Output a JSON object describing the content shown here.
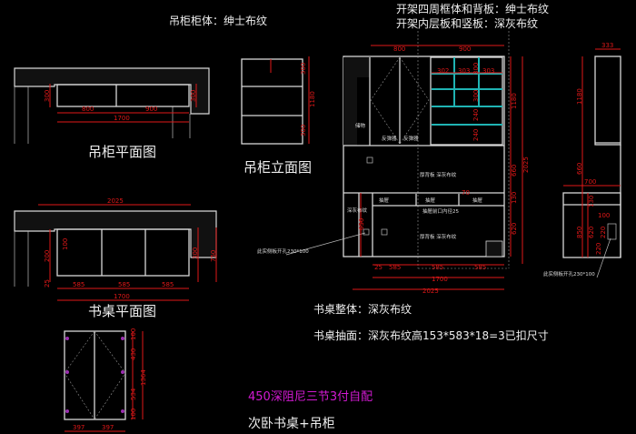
{
  "notes": {
    "hanging_cabinet_body": "吊柜柜体：绅士布纹",
    "open_shelf_frame": "开架四周框体和背板：绅士布纹",
    "open_shelf_inner": "开架内层板和竖板：深灰布纹",
    "desk_body": "书桌整体：深灰布纹",
    "desk_drawer_front": "书桌抽面：深灰布纹高153*583*18=3已扣尺寸",
    "hardware": "450深阻尼三节3付自配",
    "drawing_title": "次卧书桌+吊柜"
  },
  "views": {
    "hanging_plan": {
      "title": "吊柜平面图",
      "dims": [
        "800",
        "900",
        "1700",
        "300",
        "300"
      ]
    },
    "hanging_elevation": {
      "title": "吊柜立面图",
      "dims": [
        "300",
        "1180",
        "300"
      ]
    },
    "desk_plan": {
      "title": "书桌平面图",
      "dims": [
        "2025",
        "585",
        "585",
        "585",
        "1700",
        "200",
        "100",
        "300",
        "750",
        "25"
      ]
    },
    "door": {
      "dims": [
        "397",
        "397",
        "100",
        "430",
        "534",
        "100",
        "1364"
      ]
    },
    "main_elevation": {
      "dims": [
        "800",
        "900",
        "302",
        "303",
        "303",
        "300",
        "300",
        "240",
        "240",
        "1180",
        "660",
        "130",
        "620",
        "2025",
        "25",
        "585",
        "585",
        "585",
        "1700",
        "2025",
        "650",
        "70"
      ],
      "labels": [
        "储物",
        "反弹器",
        "反弹器",
        "厚背板 深灰布纹",
        "抽屉",
        "抽屉",
        "抽屉",
        "抽屉前口内径25",
        "深灰布纹",
        "厚背板 深灰布纹",
        "此实侧板开孔230*100"
      ]
    },
    "side_elevation": {
      "dims": [
        "333",
        "1180",
        "660",
        "700",
        "130",
        "850",
        "620",
        "100",
        "220",
        "220"
      ],
      "labels": [
        "此实侧板开孔230*100"
      ]
    }
  }
}
